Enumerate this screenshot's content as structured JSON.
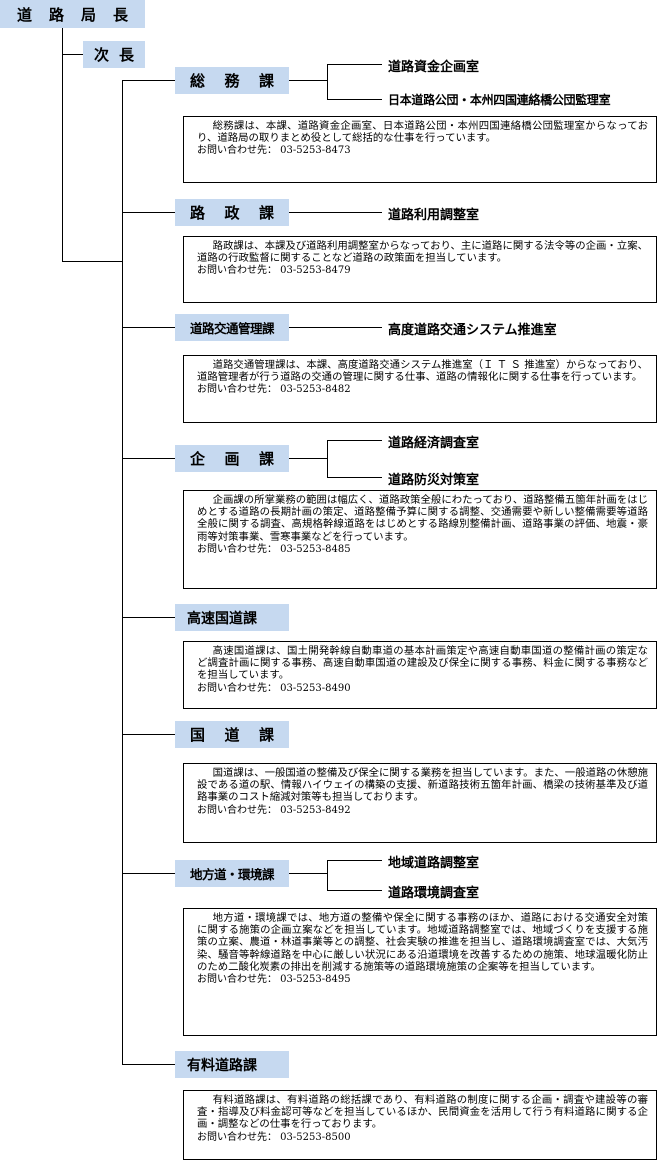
{
  "bureau": {
    "chars": [
      "道",
      "路",
      "局",
      "長"
    ]
  },
  "vice": {
    "chars": [
      "次",
      "長"
    ]
  },
  "divisions": [
    {
      "label": "総 務 課",
      "chars": [
        "総",
        "務",
        "課"
      ],
      "offices": [
        "道路資金企画室",
        "日本道路公団・本州四国連絡橋公団監理室"
      ],
      "description": "総務課は、本課、道路資金企画室、日本道路公団・本州四国連絡橋公団監理室からなっており、道路局の取りまとめ役として総括的な仕事を行っています。",
      "contact": "お問い合わせ先： 03-5253-8473"
    },
    {
      "label": "路 政 課",
      "chars": [
        "路",
        "政",
        "課"
      ],
      "offices": [
        "道路利用調整室"
      ],
      "description": "路政課は、本課及び道路利用調整室からなっており、主に道路に関する法令等の企画・立案、道路の行政監督に関することなど道路の政策面を担当しています。",
      "contact": "お問い合わせ先： 03-5253-8479"
    },
    {
      "label": "道路交通管理課",
      "chars": [
        "道路交通管理課"
      ],
      "offices": [
        "高度道路交通システム推進室"
      ],
      "description": "道路交通管理課は、本課、高度道路交通システム推進室（Ｉ Ｔ Ｓ 推進室）からなっており、道路管理者が行う道路の交通の管理に関する仕事、道路の情報化に関する仕事を行っています。",
      "contact": "お問い合わせ先： 03-5253-8482"
    },
    {
      "label": "企 画 課",
      "chars": [
        "企",
        "画",
        "課"
      ],
      "offices": [
        "道路経済調査室",
        "道路防災対策室"
      ],
      "description": "企画課の所掌業務の範囲は幅広く、道路政策全般にわたっており、道路整備五箇年計画をはじめとする道路の長期計画の策定、道路整備予算に関する調整、交通需要や新しい整備需要等道路全般に関する調査、高規格幹線道路をはじめとする路線別整備計画、道路事業の評価、地震・豪雨等対策事業、雪寒事業などを行っています。",
      "contact": "お問い合わせ先： 03-5253-8485"
    },
    {
      "label": "高速国道課",
      "chars": [
        "高速国道課"
      ],
      "offices": [],
      "description": "高速国道課は、国土開発幹線自動車道の基本計画策定や高速自動車国道の整備計画の策定など調査計画に関する事務、高速自動車国道の建設及び保全に関する事務、料金に関する事務などを担当しています。",
      "contact": "お問い合わせ先： 03-5253-8490"
    },
    {
      "label": "国 道 課",
      "chars": [
        "国",
        "道",
        "課"
      ],
      "offices": [],
      "description": "国道課は、一般国道の整備及び保全に関する業務を担当しています。また、一般道路の休憩施設である道の駅、情報ハイウェイの構築の支援、新道路技術五箇年計画、橋梁の技術基準及び道路事業のコスト縮減対策等も担当しております。",
      "contact": "お問い合わせ先： 03-5253-8492"
    },
    {
      "label": "地方道・環境課",
      "chars": [
        "地方道・環境課"
      ],
      "offices": [
        "地域道路調整室",
        "道路環境調査室"
      ],
      "description": "地方道・環境課では、地方道の整備や保全に関する事務のほか、道路における交通安全対策に関する施策の企画立案などを担当しています。地域道路調整室では、地域づくりを支援する施策の立案、農道・林道事業等との調整、社会実験の推進を担当し、道路環境調査室では、大気汚染、騒音等幹線道路を中心に厳しい状況にある沿道環境を改善するための施策、地球温暖化防止のため二酸化炭素の排出を削減する施策等の道路環境施策の企案等を担当しています。",
      "contact": "お問い合わせ先： 03-5253-8495"
    },
    {
      "label": "有料道路課",
      "chars": [
        "有料道路課"
      ],
      "offices": [],
      "description": "有料道路課は、有料道路の総括課であり、有料道路の制度に関する企画・調査や建設等の審査・指導及び料金認可等などを担当しているほか、民間資金を活用して行う有料道路に関する企画・調整などの仕事を行っております。",
      "contact": "お問い合わせ先： 03-5253-8500"
    }
  ]
}
